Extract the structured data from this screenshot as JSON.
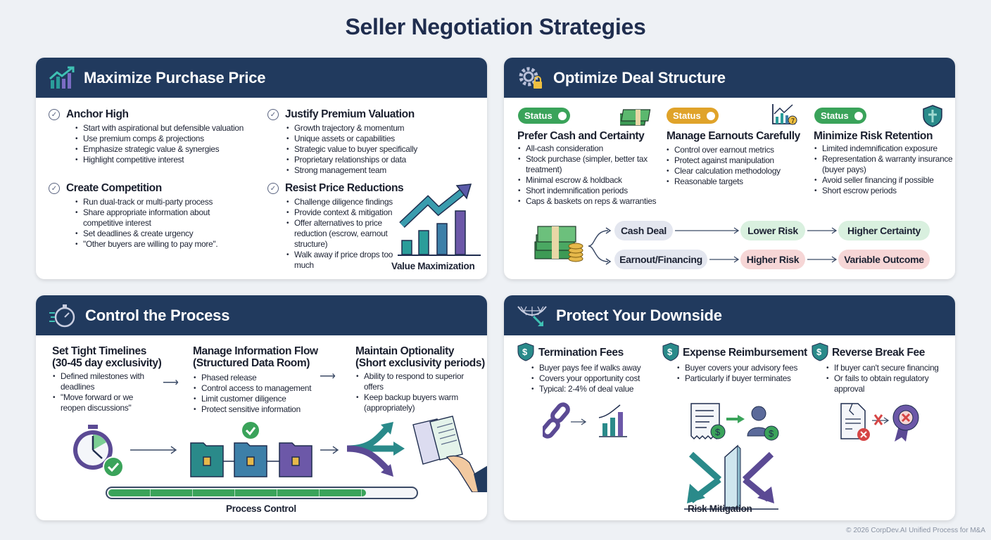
{
  "title": "Seller Negotiation Strategies",
  "colors": {
    "navy": "#213a5e",
    "teal": "#2a8a8a",
    "purple": "#5b4a94",
    "green": "#3aa35a",
    "amber": "#e0a32a",
    "pill_grey": "#e3e6ef",
    "pill_green": "#d9f0df",
    "pill_red": "#f6d6d6"
  },
  "panels": {
    "price": {
      "title": "Maximize Purchase Price",
      "icon": "chart-growth-icon",
      "groups": [
        {
          "heading": "Anchor High",
          "bullets": [
            "Start with aspirational but defensible valuation",
            "Use premium comps & projections",
            "Emphasize strategic value & synergies",
            "Highlight competitive interest"
          ]
        },
        {
          "heading": "Create Competition",
          "bullets": [
            "Run dual-track or multi-party process",
            "Share appropriate information about competitive interest",
            "Set deadlines & create urgency",
            "\"Other buyers are willing to pay more\"."
          ]
        },
        {
          "heading": "Justify Premium Valuation",
          "bullets": [
            "Growth trajectory & momentum",
            "Unique assets or capabilities",
            "Strategic value to buyer specifically",
            "Proprietary relationships or data",
            "Strong management team"
          ]
        },
        {
          "heading": "Resist Price Reductions",
          "bullets": [
            "Challenge diligence findings",
            "Provide context & mitigation",
            "Offer alternatives to price reduction (escrow, earnout structure)",
            "Walk away if price drops too much"
          ]
        }
      ],
      "illustration_label": "Value Maximization"
    },
    "structure": {
      "title": "Optimize Deal Structure",
      "icon": "gear-lock-icon",
      "columns": [
        {
          "status": "Status",
          "status_color": "#3aa35a",
          "icon": "cash-stack-icon",
          "heading": "Prefer Cash and Certainty",
          "bullets": [
            "All-cash consideration",
            "Stock purchase (simpler, better tax treatment)",
            "Minimal escrow & holdback",
            "Short indemnification periods",
            "Caps & baskets on reps & warranties"
          ]
        },
        {
          "status": "Status",
          "status_color": "#e0a32a",
          "icon": "chart-clock-icon",
          "heading": "Manage Earnouts Carefully",
          "bullets": [
            "Control over earnout metrics",
            "Protect against manipulation",
            "Clear calculation methodology",
            "Reasonable targets"
          ]
        },
        {
          "status": "Status",
          "status_color": "#3aa35a",
          "icon": "shield-icon",
          "heading": "Minimize Risk Retention",
          "bullets": [
            "Limited indemnification exposure",
            "Representation & warranty insurance (buyer pays)",
            "Avoid seller financing if possible",
            "Short escrow periods"
          ]
        }
      ],
      "flow": {
        "row1": [
          "Cash Deal",
          "Lower Risk",
          "Higher Certainty"
        ],
        "row2": [
          "Earnout/Financing",
          "Higher Risk",
          "Variable Outcome"
        ]
      }
    },
    "process": {
      "title": "Control the Process",
      "icon": "stopwatch-icon",
      "columns": [
        {
          "heading": "Set Tight Timelines",
          "subheading": "(30-45 day exclusivity)",
          "bullets": [
            "Defined milestones with deadlines",
            "\"Move forward or we reopen discussions\""
          ]
        },
        {
          "heading": "Manage Information Flow",
          "subheading": "(Structured Data Room)",
          "bullets": [
            "Phased release",
            "Control access to management",
            "Limit customer diligence",
            "Protect sensitive information"
          ]
        },
        {
          "heading": "Maintain Optionality",
          "subheading": "(Short exclusivity periods)",
          "bullets": [
            "Ability to respond to superior offers",
            "Keep backup buyers warm (appropriately)"
          ]
        }
      ],
      "progress_percent": 84,
      "progress_label": "Process Control"
    },
    "downside": {
      "title": "Protect Your Downside",
      "icon": "safety-net-icon",
      "columns": [
        {
          "heading": "Termination Fees",
          "bullets": [
            "Buyer pays fee if walks away",
            "Covers your opportunity cost",
            "Typical: 2-4% of deal value"
          ]
        },
        {
          "heading": "Expense Reimbursement",
          "bullets": [
            "Buyer covers your advisory fees",
            "Particularly if buyer terminates"
          ]
        },
        {
          "heading": "Reverse Break Fee",
          "bullets": [
            "If buyer can't secure financing",
            "Or fails to obtain regulatory approval"
          ]
        }
      ],
      "illustration_label": "Risk Mitigation"
    }
  },
  "footer": "© 2026 CorpDev.AI Unified Process for M&A"
}
